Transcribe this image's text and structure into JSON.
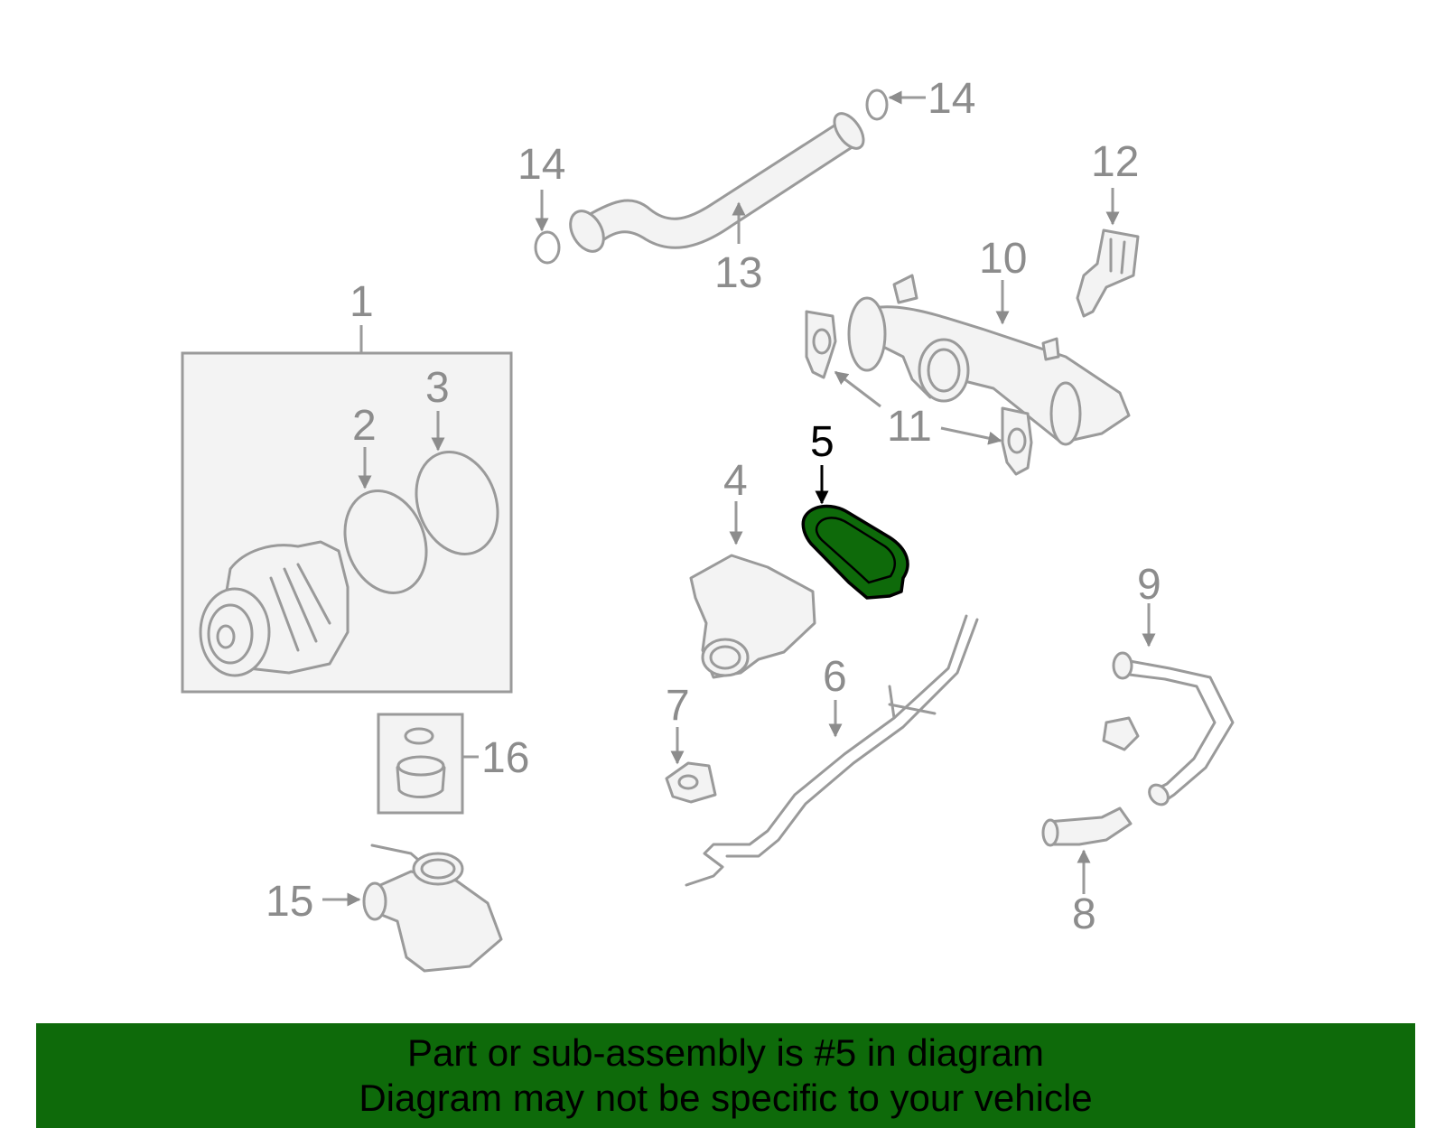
{
  "callouts": {
    "c1": "1",
    "c2": "2",
    "c3": "3",
    "c4": "4",
    "c5": "5",
    "c6": "6",
    "c7": "7",
    "c8": "8",
    "c9": "9",
    "c10": "10",
    "c11": "11",
    "c12": "12",
    "c13": "13",
    "c14a": "14",
    "c14b": "14",
    "c15": "15",
    "c16": "16"
  },
  "highlighted_part": "5",
  "footer": {
    "line1": "Part or sub-assembly is #5 in diagram",
    "line2": "Diagram may not be specific to your vehicle"
  },
  "colors": {
    "banner": "#0e6a0a",
    "highlight_fill": "#0e6a0a",
    "parts_stroke": "#9a9a9a",
    "callout_text": "#8c8c8c"
  }
}
